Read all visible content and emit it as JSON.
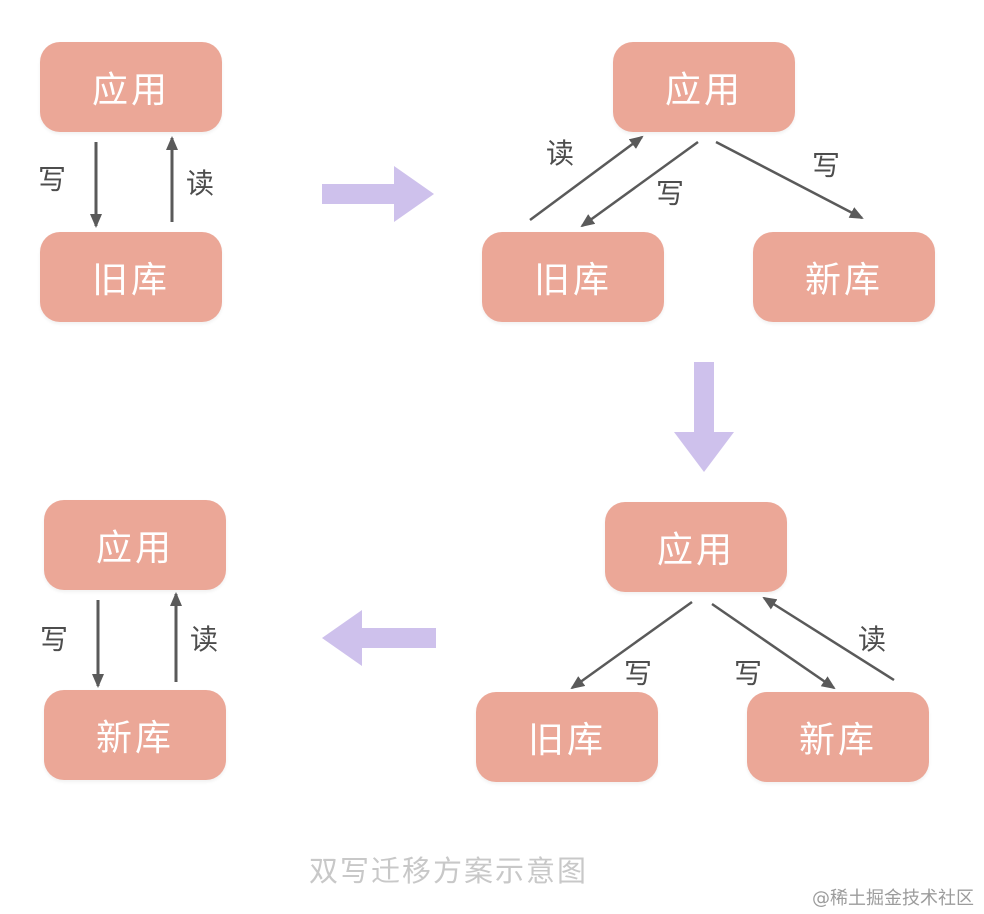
{
  "diagram": {
    "stage1": {
      "app": "应用",
      "db": "旧库",
      "write": "写",
      "read": "读"
    },
    "stage2": {
      "app": "应用",
      "old_db": "旧库",
      "new_db": "新库",
      "read": "读",
      "write_old": "写",
      "write_new": "写"
    },
    "stage3": {
      "app": "应用",
      "old_db": "旧库",
      "new_db": "新库",
      "write_old": "写",
      "write_new": "写",
      "read": "读"
    },
    "stage4": {
      "app": "应用",
      "db": "新库",
      "write": "写",
      "read": "读"
    }
  },
  "caption": "双写迁移方案示意图",
  "watermark": "@稀土掘金技术社区",
  "colors": {
    "node": "#eba797",
    "flow_arrow": "#cec1ec",
    "edge": "#5a5a5a"
  }
}
